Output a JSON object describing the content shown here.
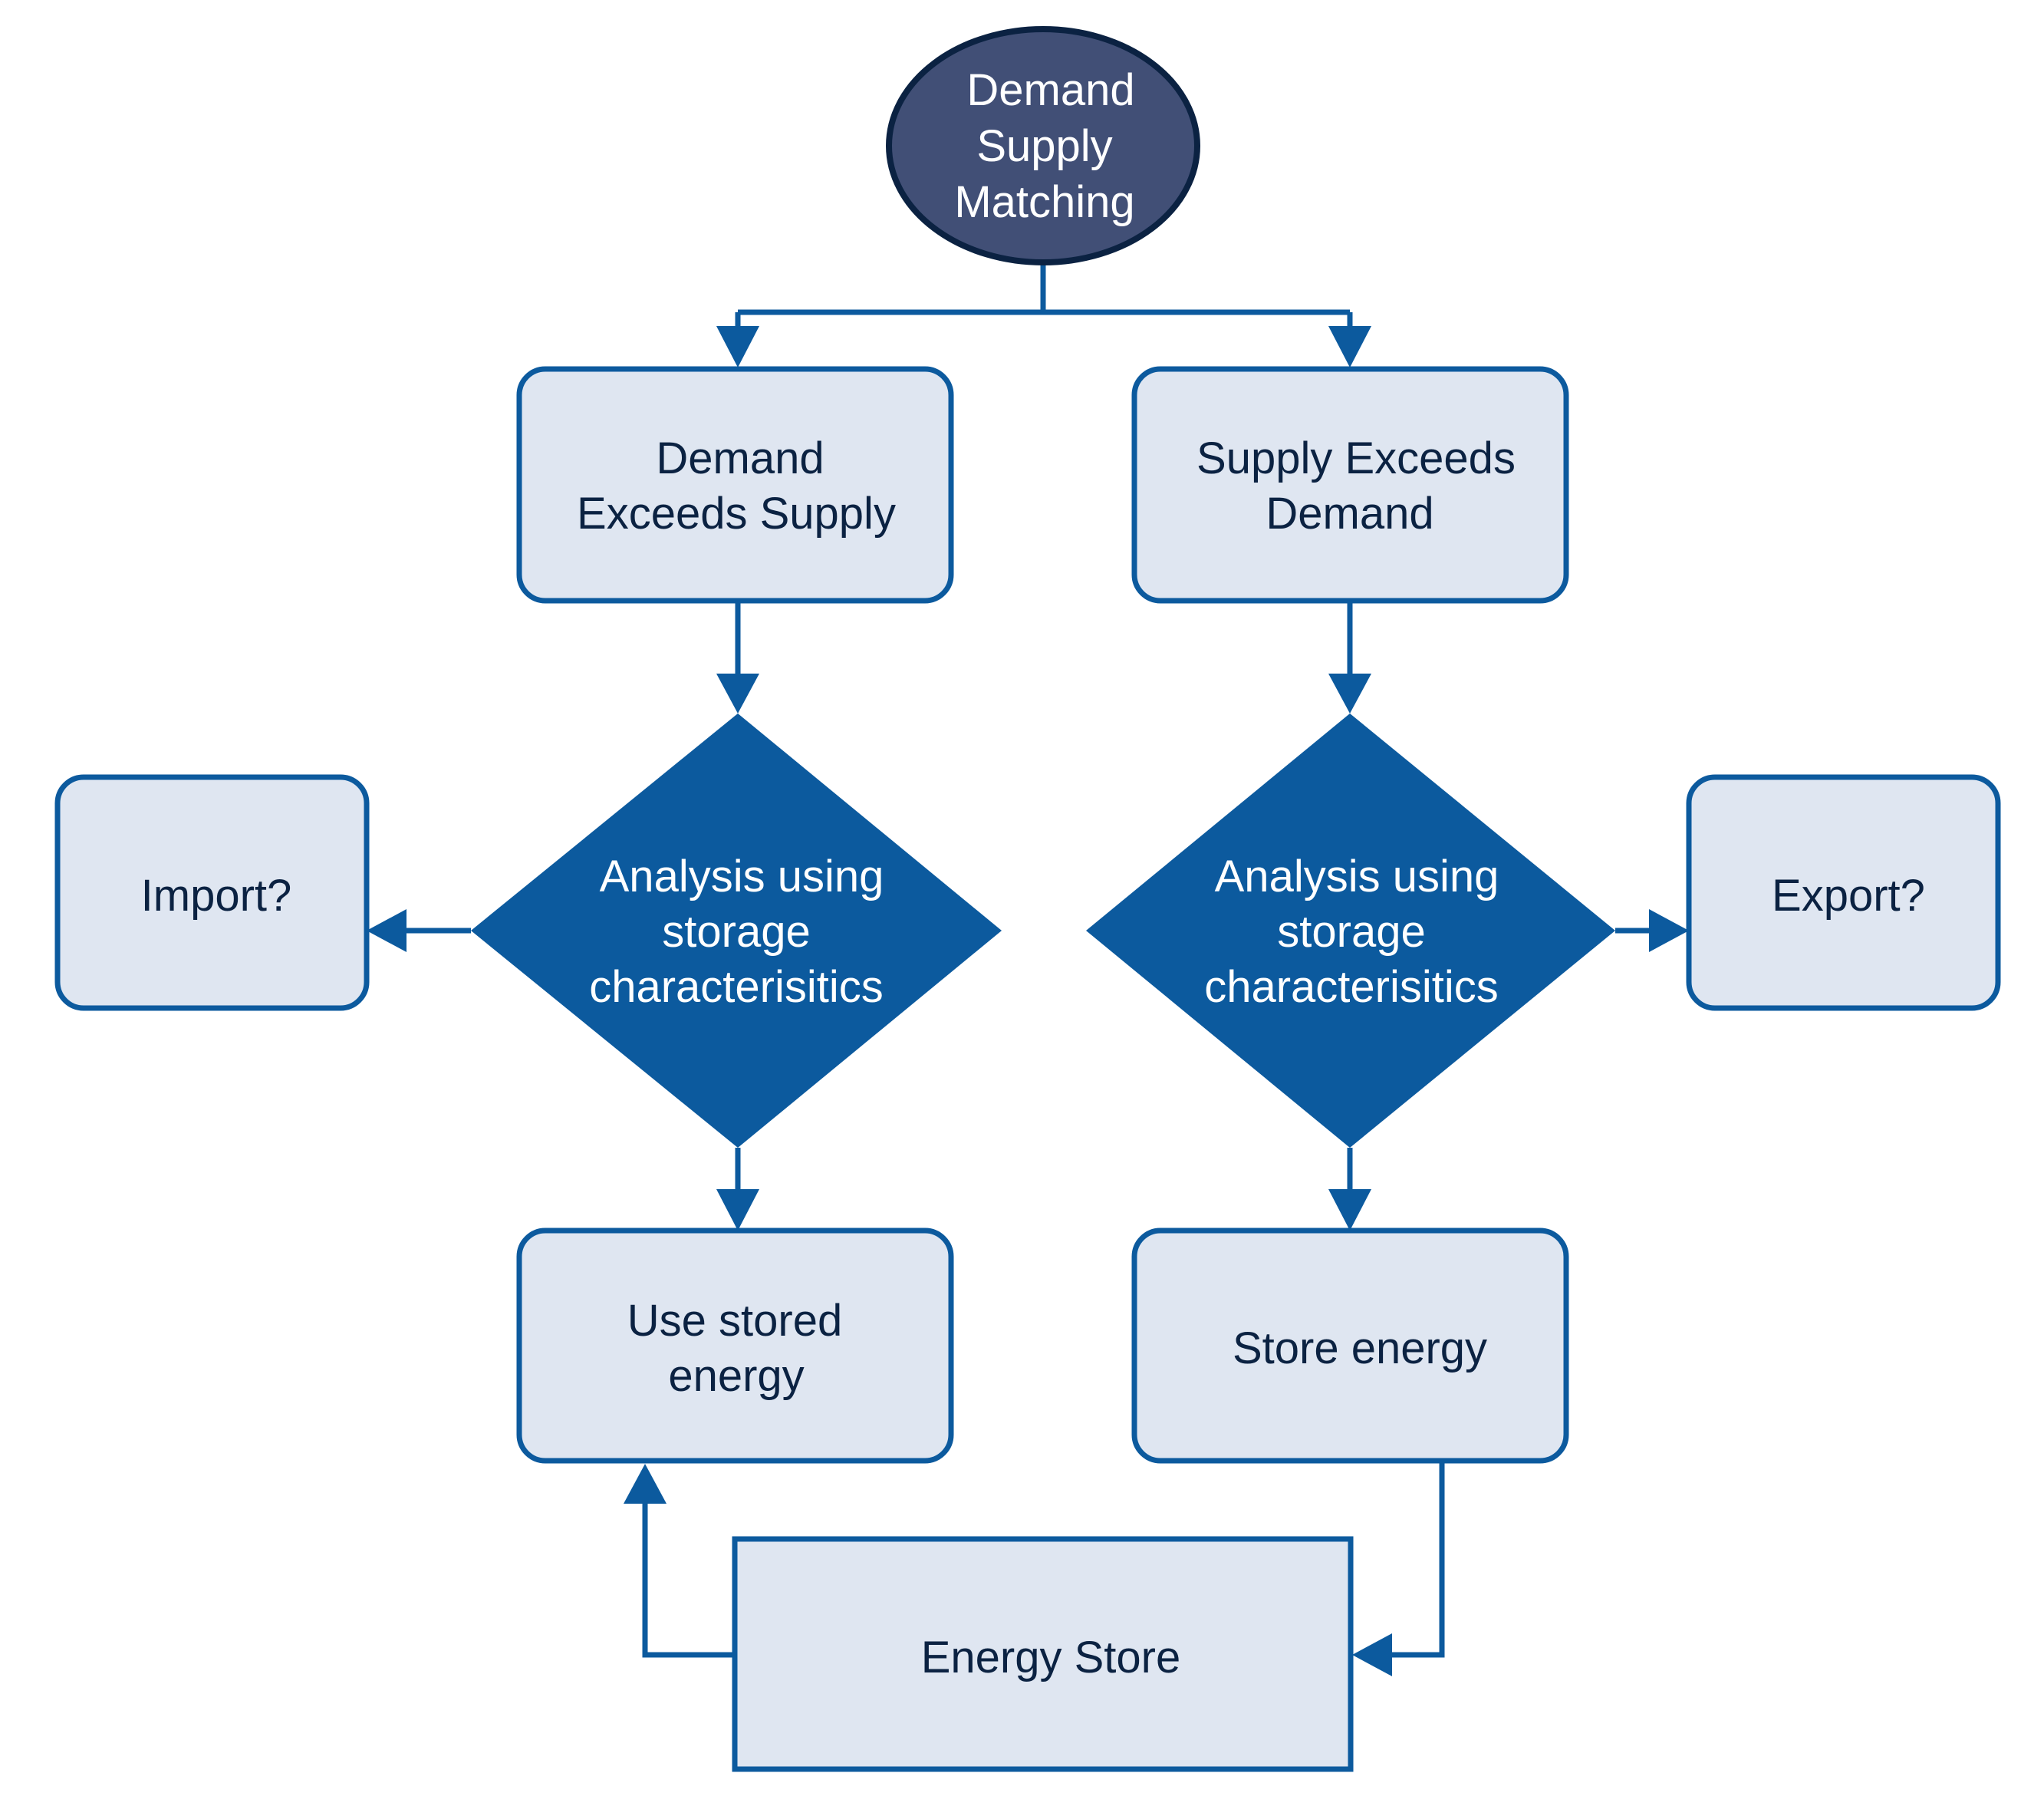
{
  "diagram": {
    "type": "flowchart",
    "colors": {
      "start_fill": "#414f76",
      "start_stroke": "#0b2242",
      "box_fill": "#dfe6f1",
      "accent": "#0c5a9e",
      "text_dark": "#0b2242",
      "text_light": "#ffffff"
    },
    "nodes": {
      "start": {
        "shape": "ellipse",
        "lines": [
          "Demand",
          "Supply",
          "Matching"
        ]
      },
      "demand_exceeds": {
        "shape": "rounded-rect",
        "lines": [
          "Demand",
          "Exceeds Supply"
        ]
      },
      "supply_exceeds": {
        "shape": "rounded-rect",
        "lines": [
          "Supply Exceeds",
          "Demand"
        ]
      },
      "analysis_left": {
        "shape": "diamond",
        "lines": [
          "Analysis using",
          "storage",
          "characterisitics"
        ]
      },
      "analysis_right": {
        "shape": "diamond",
        "lines": [
          "Analysis using",
          "storage",
          "characterisitics"
        ]
      },
      "import": {
        "shape": "rounded-rect",
        "lines": [
          "Import?"
        ]
      },
      "export": {
        "shape": "rounded-rect",
        "lines": [
          "Export?"
        ]
      },
      "use_stored": {
        "shape": "rounded-rect",
        "lines": [
          "Use stored",
          "energy"
        ]
      },
      "store_energy": {
        "shape": "rounded-rect",
        "lines": [
          "Store energy"
        ]
      },
      "energy_store": {
        "shape": "rect",
        "lines": [
          "Energy Store"
        ]
      }
    },
    "edges": [
      {
        "from": "start",
        "to": "demand_exceeds"
      },
      {
        "from": "start",
        "to": "supply_exceeds"
      },
      {
        "from": "demand_exceeds",
        "to": "analysis_left"
      },
      {
        "from": "supply_exceeds",
        "to": "analysis_right"
      },
      {
        "from": "analysis_left",
        "to": "import"
      },
      {
        "from": "analysis_right",
        "to": "export"
      },
      {
        "from": "analysis_left",
        "to": "use_stored"
      },
      {
        "from": "analysis_right",
        "to": "store_energy"
      },
      {
        "from": "store_energy",
        "to": "energy_store"
      },
      {
        "from": "energy_store",
        "to": "use_stored"
      }
    ]
  }
}
